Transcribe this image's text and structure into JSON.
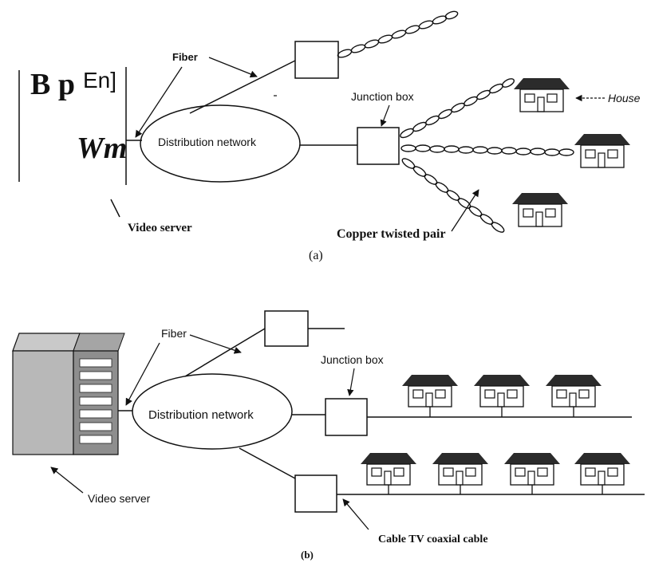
{
  "panel_a": {
    "server_glyph_line1": "B p",
    "server_glyph_line1_sup": "En]",
    "server_glyph_line2": "Wm",
    "fiber_label": "Fiber",
    "distribution_label": "Distribution network",
    "junction_label": "Junction box",
    "house_label": "House",
    "copper_label": "Copper twisted pair",
    "video_server_label": "Video server",
    "caption": "(a)"
  },
  "panel_b": {
    "fiber_label": "Fiber",
    "distribution_label": "Distribution network",
    "junction_label": "Junction box",
    "video_server_label": "Video server",
    "coax_label": "Cable TV coaxial cable",
    "caption": "(b)"
  },
  "colors": {
    "ink": "#111111",
    "roof": "#2b2b2b",
    "server_body": "#b8b8b8",
    "server_side": "#8e8e8e"
  }
}
